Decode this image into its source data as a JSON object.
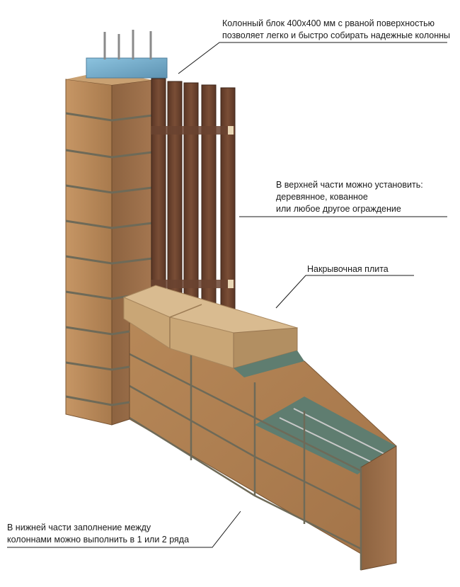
{
  "callouts": {
    "column_block": {
      "lines": [
        "Колонный блок 400х400 мм с рваной поверхностью",
        "позволяет легко и быстро собирать надежные колонны"
      ]
    },
    "upper_fence": {
      "lines": [
        "В верхней части можно установить:",
        "деревянное, кованное",
        "или любое другое ограждение"
      ]
    },
    "capstone": {
      "lines": [
        "Накрывочная плита"
      ]
    },
    "lower_fill": {
      "lines": [
        "В нижней части заполнение между",
        "колоннами можно выполнить в 1 или 2 ряда"
      ]
    }
  },
  "colors": {
    "block_front": "#b98a5a",
    "block_side": "#8f6540",
    "mortar": "#6e6a58",
    "concrete_cap": "#7fb3cf",
    "cap_slab": "#d8b88c",
    "wood": "#6b4430",
    "grout": "#5f7d70",
    "leader": "#1a1a1a"
  }
}
